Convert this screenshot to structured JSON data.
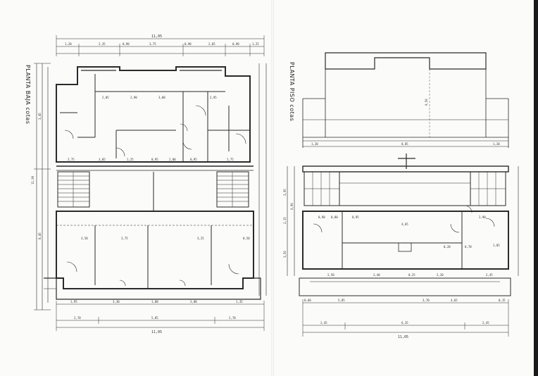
{
  "sheets": [
    {
      "title": "PLANTA BAJA cotas",
      "dims": {
        "top_total": "11,05",
        "top_row": [
          "1,20",
          "2,35",
          "0,90",
          "3,75",
          "0,90",
          "2,05",
          "0,90",
          "1,25"
        ],
        "bottom_row": [
          "2,70",
          "5,85",
          "2,70"
        ],
        "bottom_total": "11,05",
        "bottom_mid": [
          "1,95",
          "3,30",
          "1,80",
          "3,00",
          "1,35"
        ],
        "left_total": "11,90",
        "left_sub": [
          "3,45",
          "8,45"
        ],
        "room_dims": [
          "2,05",
          "2,90",
          "3,00",
          "2,95",
          "2,75",
          "3,05",
          "1,25",
          "0,95",
          "2,00",
          "0,95",
          "1,75",
          "3,25",
          "3,50",
          "0,50",
          "3,75"
        ]
      }
    },
    {
      "title": "PLANTA PISO cotas",
      "dims": {
        "top_row": [
          "1,20",
          "8,85",
          "1,20"
        ],
        "bottom_total": "11,05",
        "bottom_row": [
          "2,45",
          "6,35",
          "2,45"
        ],
        "bottom_mid": [
          "0,60",
          "5,85",
          "3,70",
          "4,65",
          "0,15"
        ],
        "left": [
          "3,95",
          "2,15",
          "0,90",
          "3,50"
        ],
        "room_dims": [
          "0,90",
          "0,80",
          "4,65",
          "2,50",
          "2,40",
          "2,20",
          "0,25",
          "2,45",
          "0,95",
          "2,90",
          "1,85",
          "0,20",
          "0,70"
        ],
        "upper_height": "9,50"
      }
    }
  ]
}
